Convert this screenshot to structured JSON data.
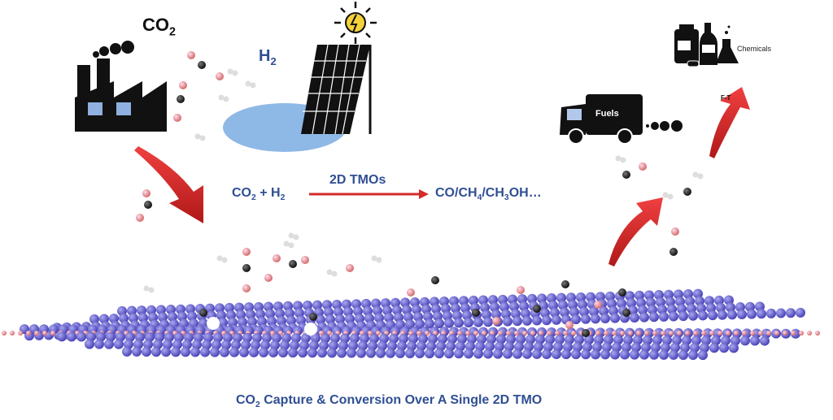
{
  "labels": {
    "co2_source": {
      "main": "CO",
      "sub": "2"
    },
    "h2_source": {
      "main": "H",
      "sub": "2"
    },
    "fuels": "Fuels",
    "chemicals": "Chemicals",
    "ft": "F-T"
  },
  "equation": {
    "reactant1": "CO",
    "reactant1_sub": "2",
    "plus": " + H",
    "reactant2_sub": "2",
    "catalyst": "2D TMOs",
    "products": [
      "CO/CH",
      "4",
      "/CH",
      "3",
      "OH…"
    ]
  },
  "caption": {
    "pre": "CO",
    "sub": "2",
    "post": " Capture & Conversion Over A Single 2D TMO"
  },
  "colors": {
    "text_blue": "#2f4f93",
    "arrow_red": "#d42a2a",
    "slab_blue": "#5a55c8",
    "oxygen_red": "#e08080"
  }
}
